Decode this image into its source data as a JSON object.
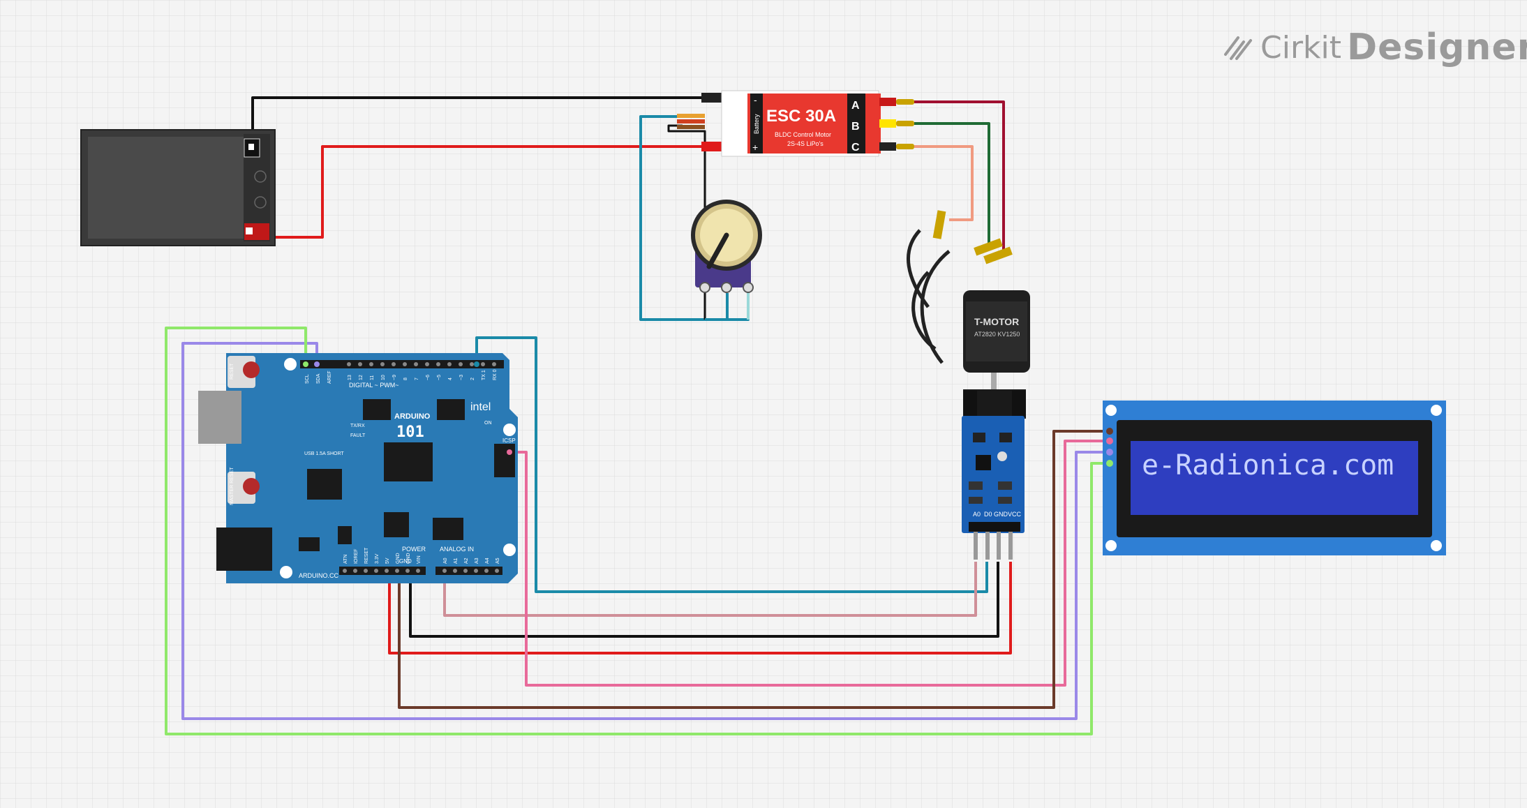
{
  "brand": {
    "name": "Cirkit",
    "product": "Designer"
  },
  "esc": {
    "title": "ESC 30A",
    "line1": "BLDC Control Motor",
    "line2": "2S-4S LiPo's",
    "battery_label": "Battery",
    "minus": "-",
    "plus": "+",
    "phase_a": "A",
    "phase_b": "B",
    "phase_c": "C"
  },
  "motor": {
    "brand": "T-MOTOR",
    "model": "AT2820 KV1250"
  },
  "sensor": {
    "pin_a0": "A0",
    "pin_d0": "D0",
    "pin_gnd": "GND",
    "pin_vcc": "VCC"
  },
  "lcd": {
    "text": "e-Radionica.com"
  },
  "arduino": {
    "model": "101",
    "brand": "ARDUINO",
    "intel": "intel",
    "digital": "DIGITAL ~ PWM~",
    "power": "POWER",
    "analog": "ANALOG IN",
    "site": "ARDUINO.CC",
    "icsp": "ICSP",
    "reset": "RESET",
    "master_reset": "MASTER RESET",
    "usb": "USB 1.5A SHORT",
    "on": "ON",
    "txrx": "TX/RX",
    "fault": "FAULT",
    "gnd": "GND",
    "scl": "SCL",
    "sda": "SDA",
    "aref": "AREF",
    "digital_pins": [
      "13",
      "12",
      "11",
      "10",
      "~9",
      "8",
      "7",
      "~6",
      "~5",
      "4",
      "~3",
      "2",
      "TX 1",
      "RX 0"
    ],
    "power_pins": [
      "ATN",
      "IOREF",
      "RESET",
      "3.3V",
      "5V",
      "GND",
      "GND",
      "VIN"
    ],
    "analog_pins": [
      "A0",
      "A1",
      "A2",
      "A3",
      "A4",
      "A5"
    ]
  },
  "wire_colors": {
    "black": "#111111",
    "red": "#e01b1b",
    "teal": "#1a8aa8",
    "pink": "#cf8f98",
    "hotpink": "#e86a9a",
    "brown": "#6b3a2a",
    "purple": "#9a88e8",
    "green": "#8fe86a",
    "darkred": "#a01030",
    "darkgreen": "#1f6b35",
    "salmon": "#f09a80"
  }
}
